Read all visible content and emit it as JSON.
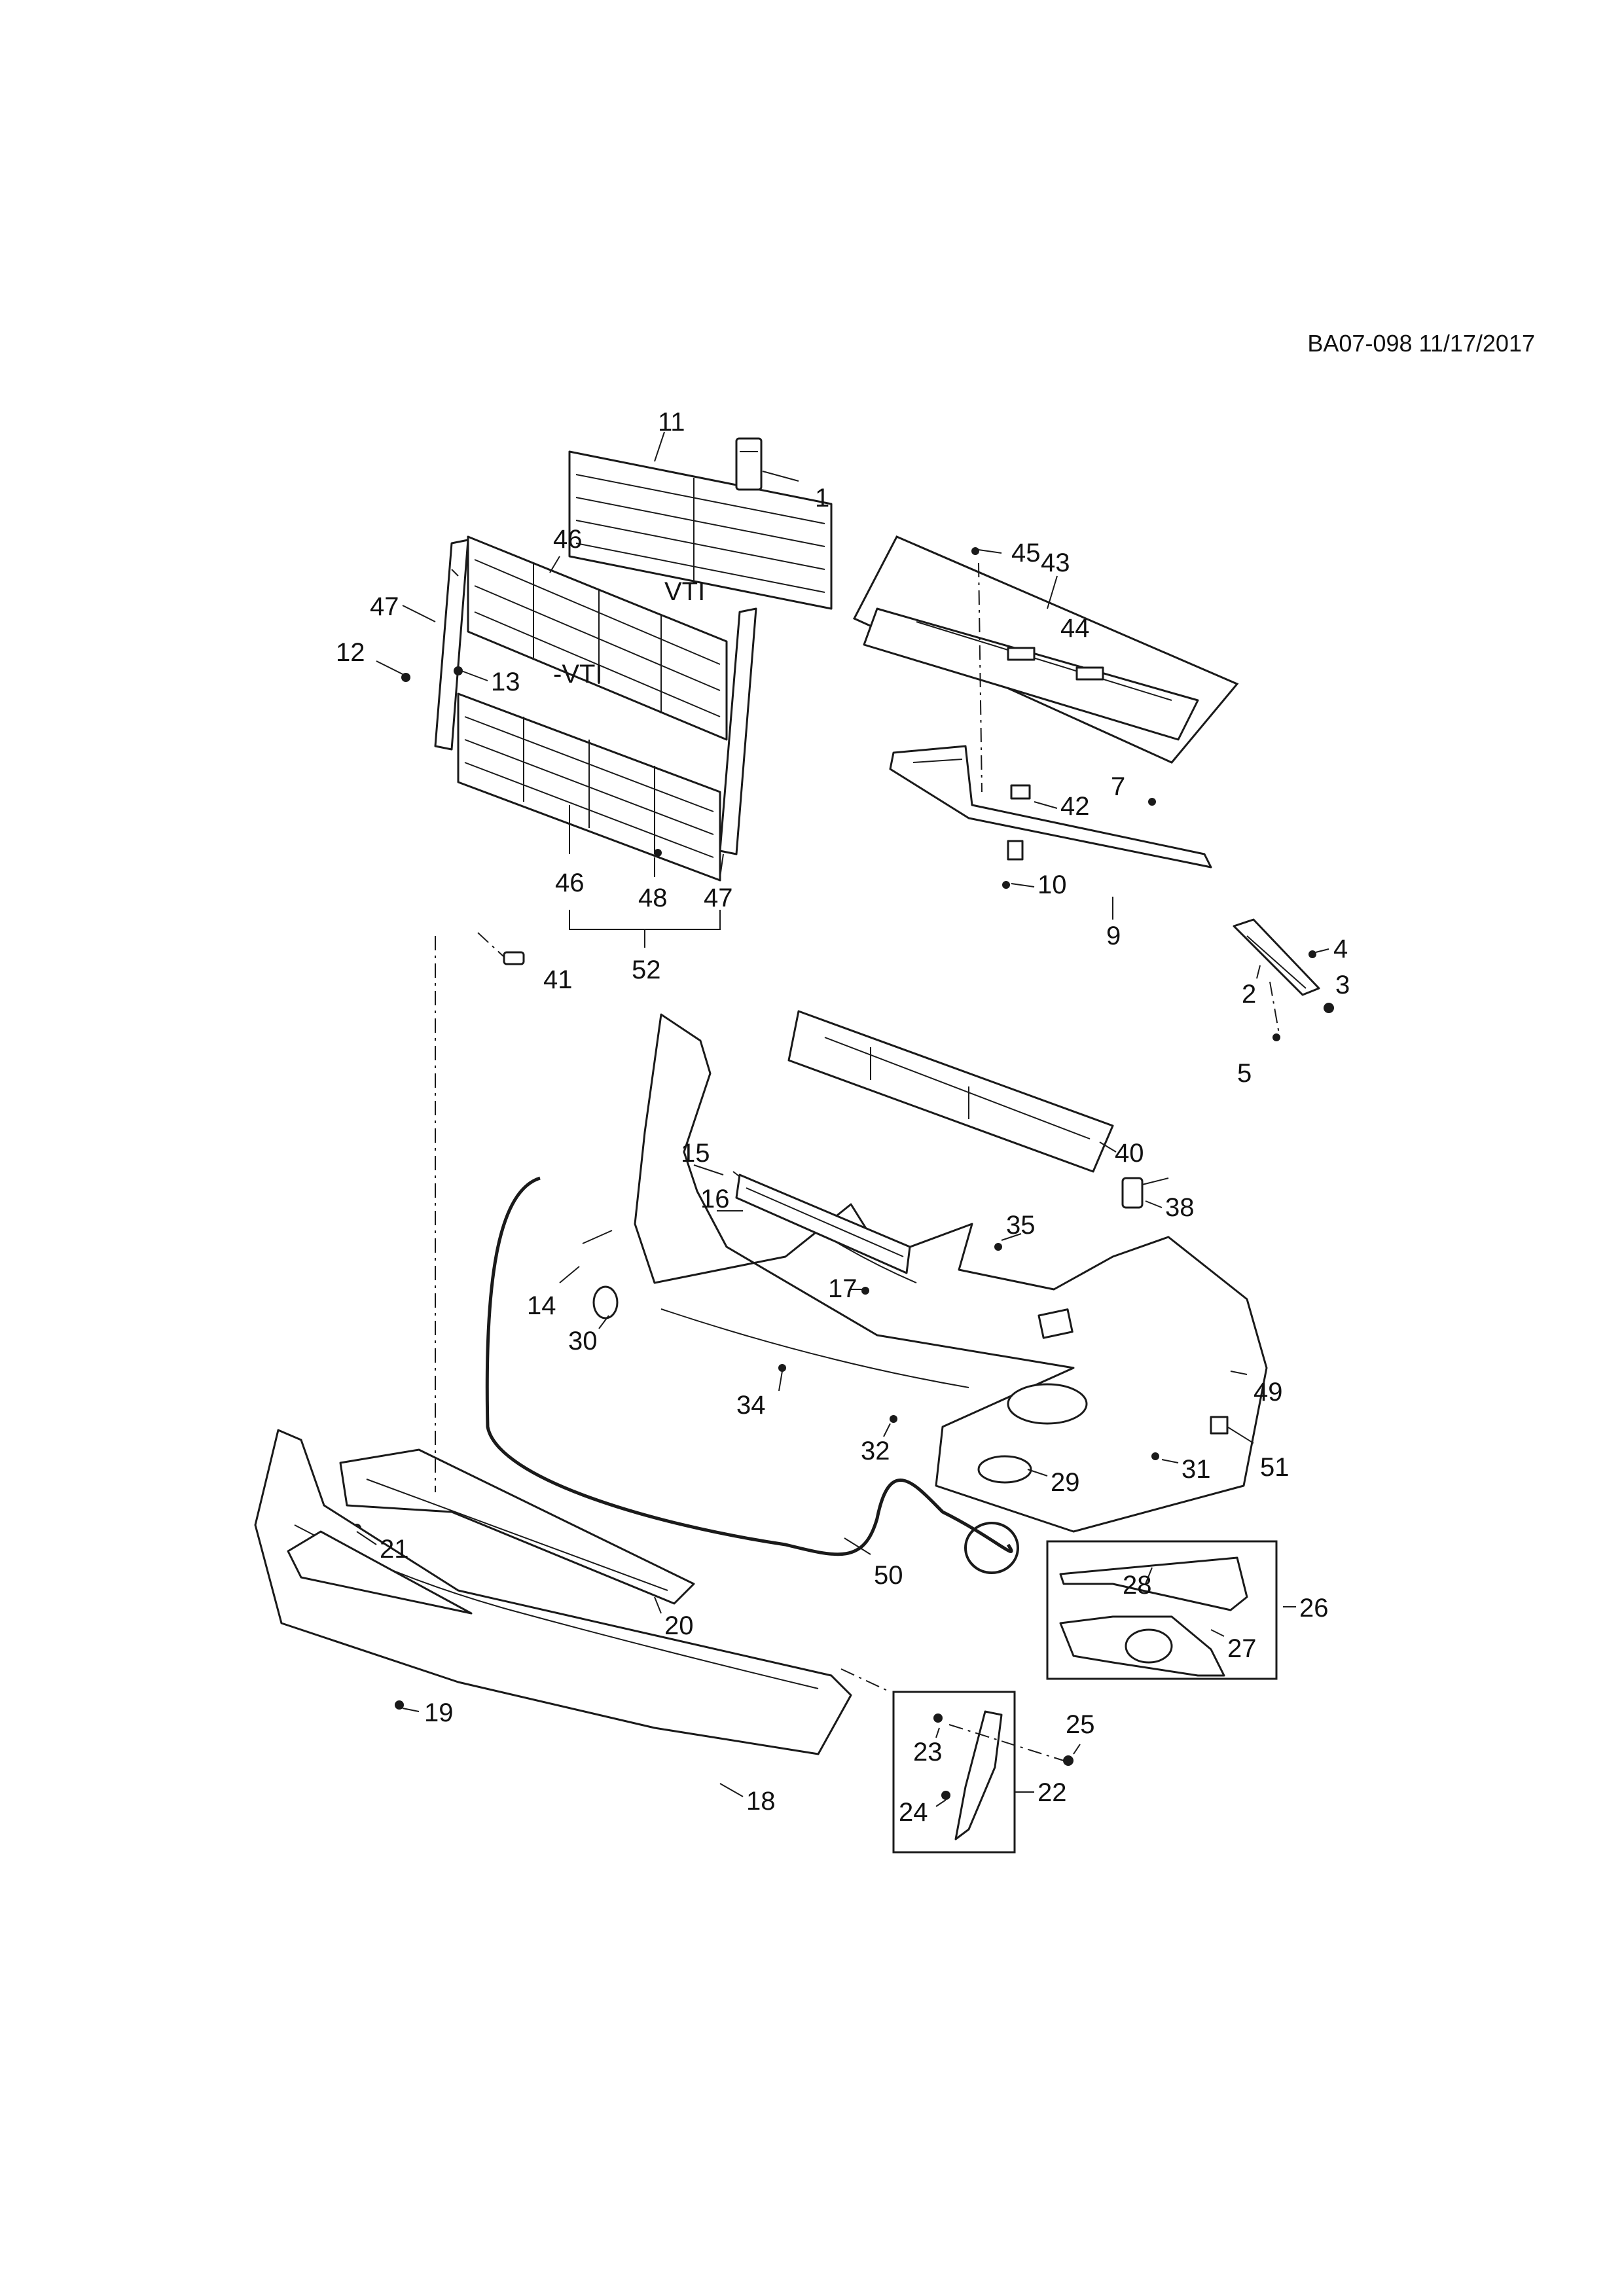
{
  "drawing_ref": "BA07-098 11/17/2017",
  "variants": {
    "vti": "VTI",
    "non_vti": "-VTI"
  },
  "callouts": [
    "1",
    "2",
    "3",
    "4",
    "5",
    "7",
    "9",
    "10",
    "11",
    "12",
    "13",
    "14",
    "15",
    "16",
    "17",
    "18",
    "19",
    "20",
    "21",
    "22",
    "23",
    "24",
    "25",
    "26",
    "27",
    "28",
    "29",
    "30",
    "31",
    "32",
    "34",
    "35",
    "38",
    "40",
    "41",
    "42",
    "43",
    "44",
    "45",
    "46",
    "46",
    "47",
    "47",
    "48",
    "49",
    "50",
    "51",
    "52"
  ]
}
